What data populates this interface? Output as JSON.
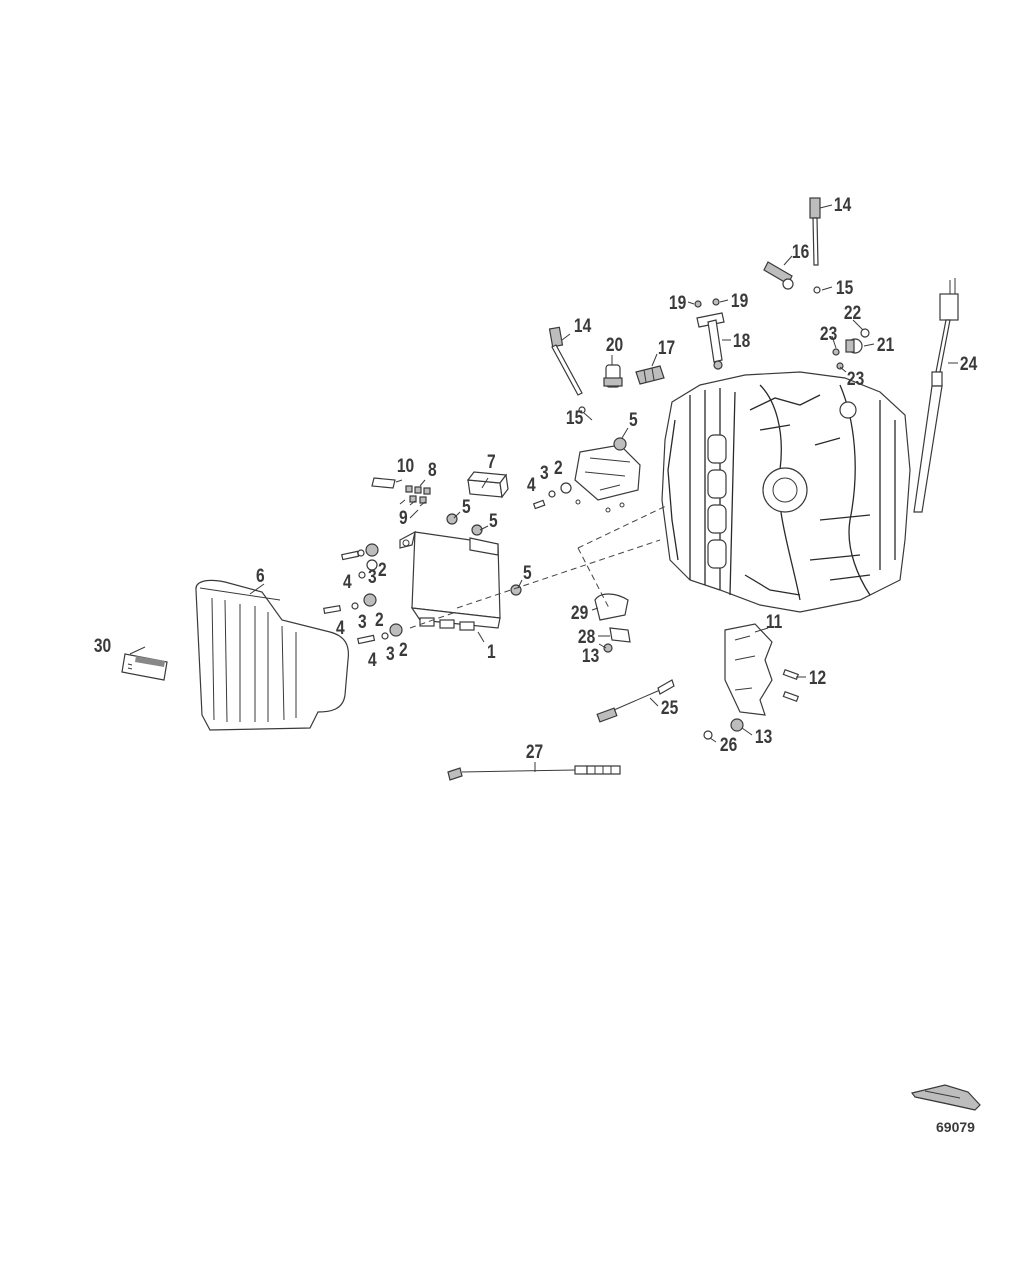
{
  "callouts": {
    "c1": "1",
    "c2a": "2",
    "c2b": "2",
    "c2c": "2",
    "c2d": "2",
    "c3a": "3",
    "c3b": "3",
    "c3c": "3",
    "c3d": "3",
    "c4a": "4",
    "c4b": "4",
    "c4c": "4",
    "c4d": "4",
    "c5a": "5",
    "c5b": "5",
    "c5c": "5",
    "c5d": "5",
    "c6": "6",
    "c7": "7",
    "c8": "8",
    "c9": "9",
    "c10": "10",
    "c11": "11",
    "c12": "12",
    "c13a": "13",
    "c13b": "13",
    "c14a": "14",
    "c14b": "14",
    "c15a": "15",
    "c15b": "15",
    "c16": "16",
    "c17": "17",
    "c18": "18",
    "c19a": "19",
    "c19b": "19",
    "c20": "20",
    "c21": "21",
    "c22": "22",
    "c23a": "23",
    "c23b": "23",
    "c24": "24",
    "c25": "25",
    "c26": "26",
    "c27": "27",
    "c28": "28",
    "c29": "29",
    "c30": "30"
  },
  "figure_number": "69079"
}
